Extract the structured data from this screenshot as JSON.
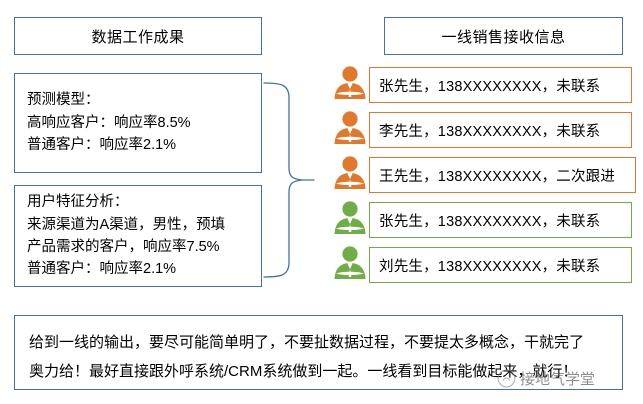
{
  "columns": {
    "left_header": "数据工作成果",
    "right_header": "一线销售接收信息"
  },
  "left_boxes": [
    {
      "name": "prediction-model",
      "lines": [
        "预测模型：",
        "高响应客户：响应率8.5%",
        "普通客户：响应率2.1%"
      ]
    },
    {
      "name": "user-feature-analysis",
      "lines": [
        "用户特征分析：",
        "来源渠道为A渠道，男性，预填",
        "产品需求的客户，响应率7.5%",
        "普通客户：响应率2.1%"
      ]
    }
  ],
  "contacts": [
    {
      "icon": "person-icon",
      "name": "张先生",
      "phone": "138XXXXXXXX",
      "status": "未联系",
      "text": "张先生，138XXXXXXXX，未联系",
      "color": "#e2782c"
    },
    {
      "icon": "person-icon",
      "name": "李先生",
      "phone": "138XXXXXXXX",
      "status": "未联系",
      "text": "李先生，138XXXXXXXX，未联系",
      "color": "#e2782c"
    },
    {
      "icon": "person-icon",
      "name": "王先生",
      "phone": "138XXXXXXXX",
      "status": "二次跟进",
      "text": "王先生，138XXXXXXXX，二次跟进",
      "color": "#e2782c"
    },
    {
      "icon": "person-icon",
      "name": "张先生",
      "phone": "138XXXXXXXX",
      "status": "未联系",
      "text": "张先生，138XXXXXXXX，未联系",
      "color": "#70ad47"
    },
    {
      "icon": "person-icon",
      "name": "刘先生",
      "phone": "138XXXXXXXX",
      "status": "未联系",
      "text": "刘先生，138XXXXXXXX，未联系",
      "color": "#70ad47"
    }
  ],
  "note": {
    "lines": [
      "给到一线的输出，要尽可能简单明了，不要扯数据过程，不要提太多概念，干就完了",
      "奥力给！最好直接跟外呼系统/CRM系统做到一起。一线看到目标能做起来，就行！"
    ]
  },
  "watermark": {
    "text": "接地气学堂"
  },
  "colors": {
    "blue_border": "#4472a8",
    "orange": "#e2782c",
    "green": "#70ad47",
    "background": "#ffffff"
  }
}
